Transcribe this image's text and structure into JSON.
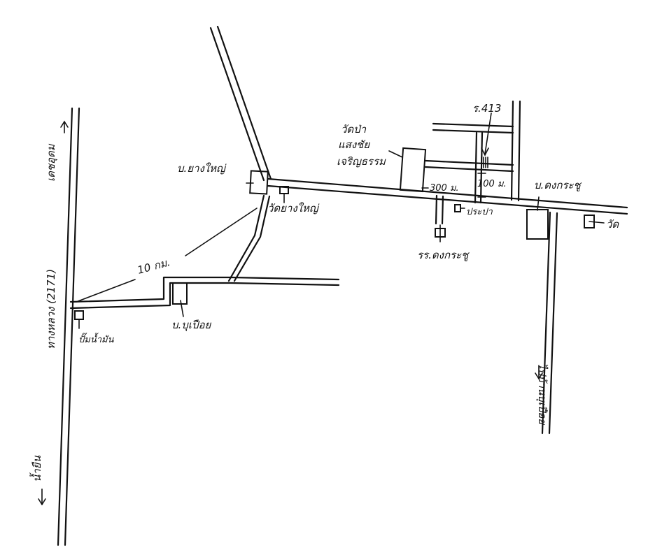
{
  "labels": {
    "highway_north": "เดชอุดม",
    "highway_name": "ทางหลวง (2171)",
    "highway_south": "น้ำยืน",
    "gas_station": "ปั๊มน้ำมัน",
    "village_ban_bu_pueai": "บ.บุเปือย",
    "village_ban_yang_yai": "บ.ยางใหญ่",
    "temple_wat_yang_yai": "วัดยางใหญ่",
    "distance_10km": "10 กม.",
    "temple_wat_pa": "วัดป่าแสงชัยเจริญธรรม",
    "distance_300m": "300 ม.",
    "distance_100m": "100 ม.",
    "rw_413": "ร.413",
    "water_supply": "ประปา",
    "school": "รร.ดงกระชู",
    "village_ban_dong_krachu": "บ.ดงกระชู",
    "temple_wat": "วัด",
    "to_ban_bu_pueai": "ไปบ้านบุเปือย"
  },
  "labels_multiline": {
    "temple_wat_pa": [
      "วัดป่า",
      "แสงชัย",
      "เจริญธรรม"
    ]
  }
}
